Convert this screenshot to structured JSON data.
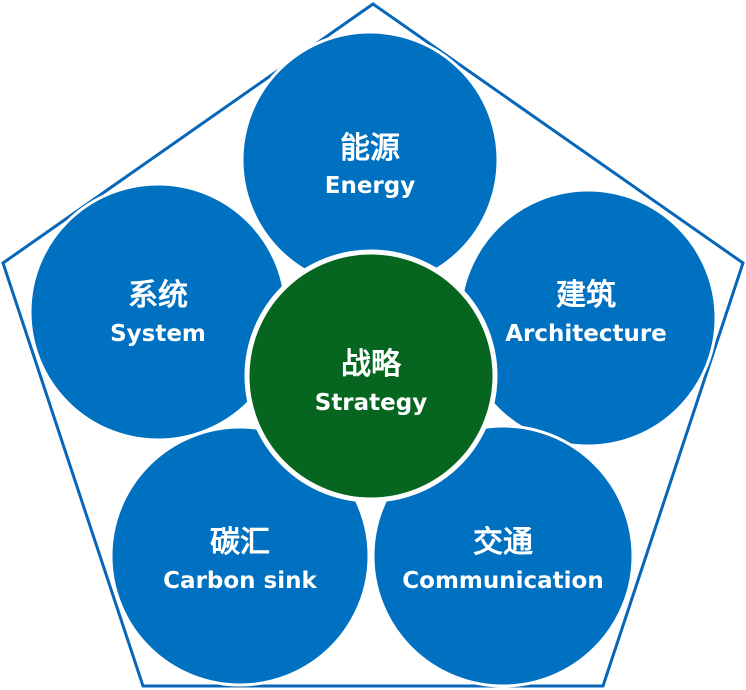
{
  "colors": {
    "blue": "#0070C0",
    "green": "#06651E",
    "outline": "#0866B8"
  },
  "center": {
    "zh": "战略",
    "en": "Strategy"
  },
  "nodes": [
    {
      "zh": "能源",
      "en": "Energy"
    },
    {
      "zh": "建筑",
      "en": "Architecture"
    },
    {
      "zh": "交通",
      "en": "Communication"
    },
    {
      "zh": "碳汇",
      "en": "Carbon sink"
    },
    {
      "zh": "系统",
      "en": "System"
    }
  ]
}
